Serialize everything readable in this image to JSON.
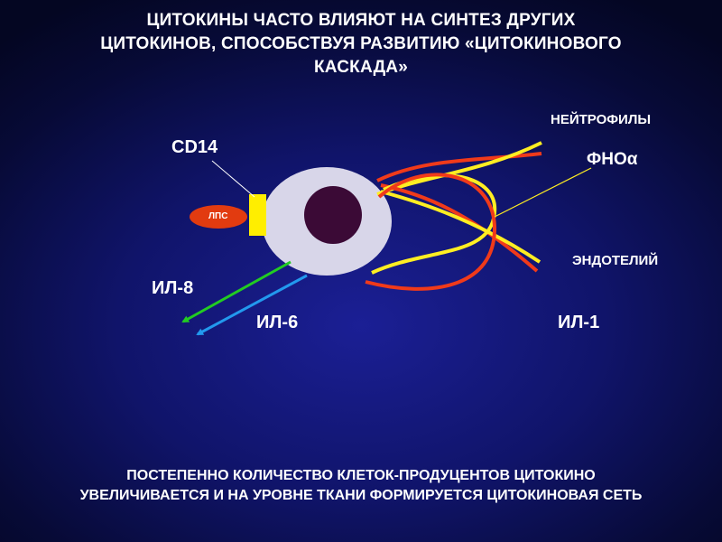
{
  "title": {
    "line1": "ЦИТОКИНЫ ЧАСТО ВЛИЯЮТ НА СИНТЕЗ ДРУГИХ",
    "line2": "ЦИТОКИНОВ, СПОСОБСТВУЯ РАЗВИТИЮ «ЦИТОКИНОВОГО",
    "line3": "КАСКАДА»"
  },
  "labels": {
    "cd14": "CD14",
    "lps": "ЛПС",
    "neutrophils": "НЕЙТРОФИЛЫ",
    "tnf": "ФНОα",
    "endothelium": "ЭНДОТЕЛИЙ",
    "il8": "ИЛ-8",
    "il6": "ИЛ-6",
    "il1": "ИЛ-1"
  },
  "footer": {
    "line1": "ПОСТЕПЕННО КОЛИЧЕСТВО КЛЕТОК-ПРОДУЦЕНТОВ ЦИТОКИНО",
    "line2": "УВЕЛИЧИВАЕТСЯ И НА УРОВНЕ ТКАНИ ФОРМИРУЕТСЯ ЦИТОКИНОВАЯ СЕТЬ"
  },
  "colors": {
    "cell": "#d8d6e9",
    "nucleus": "#3b0a36",
    "receptor": "#ffee00",
    "lps": "#e23b10",
    "yellow_fiber": "#ffee22",
    "red_fiber": "#f03a1a",
    "il8_arrow": "#22cc22",
    "il6_arrow": "#2299ee"
  }
}
